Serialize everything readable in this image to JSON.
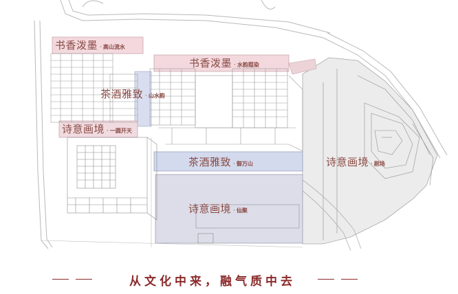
{
  "zones": [
    {
      "id": "z1",
      "main": "书香泼墨",
      "sub": "高山流水"
    },
    {
      "id": "z2",
      "main": "书香泼墨",
      "sub": "水韵葭染"
    },
    {
      "id": "z3",
      "main": "茶酒雅致",
      "sub": "山水韵"
    },
    {
      "id": "z4",
      "main": "诗意画境",
      "sub": "一圆开天"
    },
    {
      "id": "z5",
      "main": "茶酒雅致",
      "sub": "御万山"
    },
    {
      "id": "z6",
      "main": "诗意画境",
      "sub": "剧场"
    },
    {
      "id": "z7",
      "main": "诗意画境",
      "sub": "仙聚"
    }
  ],
  "separator": "·",
  "slogan": "从文化中来，融气质中去",
  "colors": {
    "label": "#8a4a44",
    "slogan": "#8a2a2a",
    "pink_zone": "#f2d7dc",
    "blue_zone": "#d3daee",
    "lavender_zone": "#dcdce8",
    "line": "#9a9a9a"
  }
}
